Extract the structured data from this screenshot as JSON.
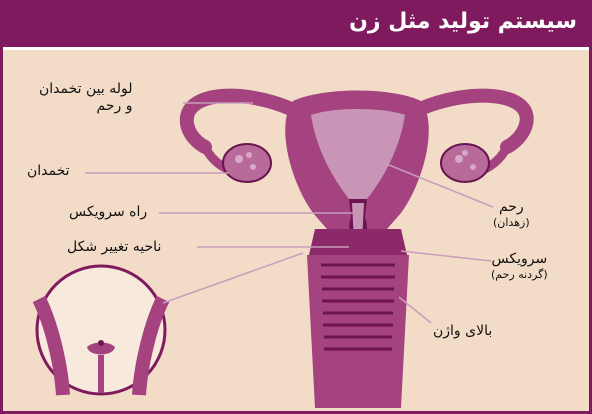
{
  "title": "سیستم تولید مثل زن",
  "labels": {
    "fallopian_tube_line1": "لوله بین تخمدان",
    "fallopian_tube_line2": "و رحم",
    "ovary": "تخمدان",
    "cervical_canal": "راه سرویکس",
    "transformation_zone": "ناحیه تغییر شکل",
    "uterus": "رحم",
    "uterus_sub": "(زهدان)",
    "cervix": "سرویکس",
    "cervix_sub": "(گردنه رحم)",
    "upper_vagina": "بالای واژن"
  },
  "colors": {
    "header": "#7e1a5d",
    "background": "#f3dcc7",
    "organ": "#a4437f",
    "organ_light": "#c995b7",
    "organ_dark": "#6a1450",
    "ovary": "#b86a9a"
  }
}
